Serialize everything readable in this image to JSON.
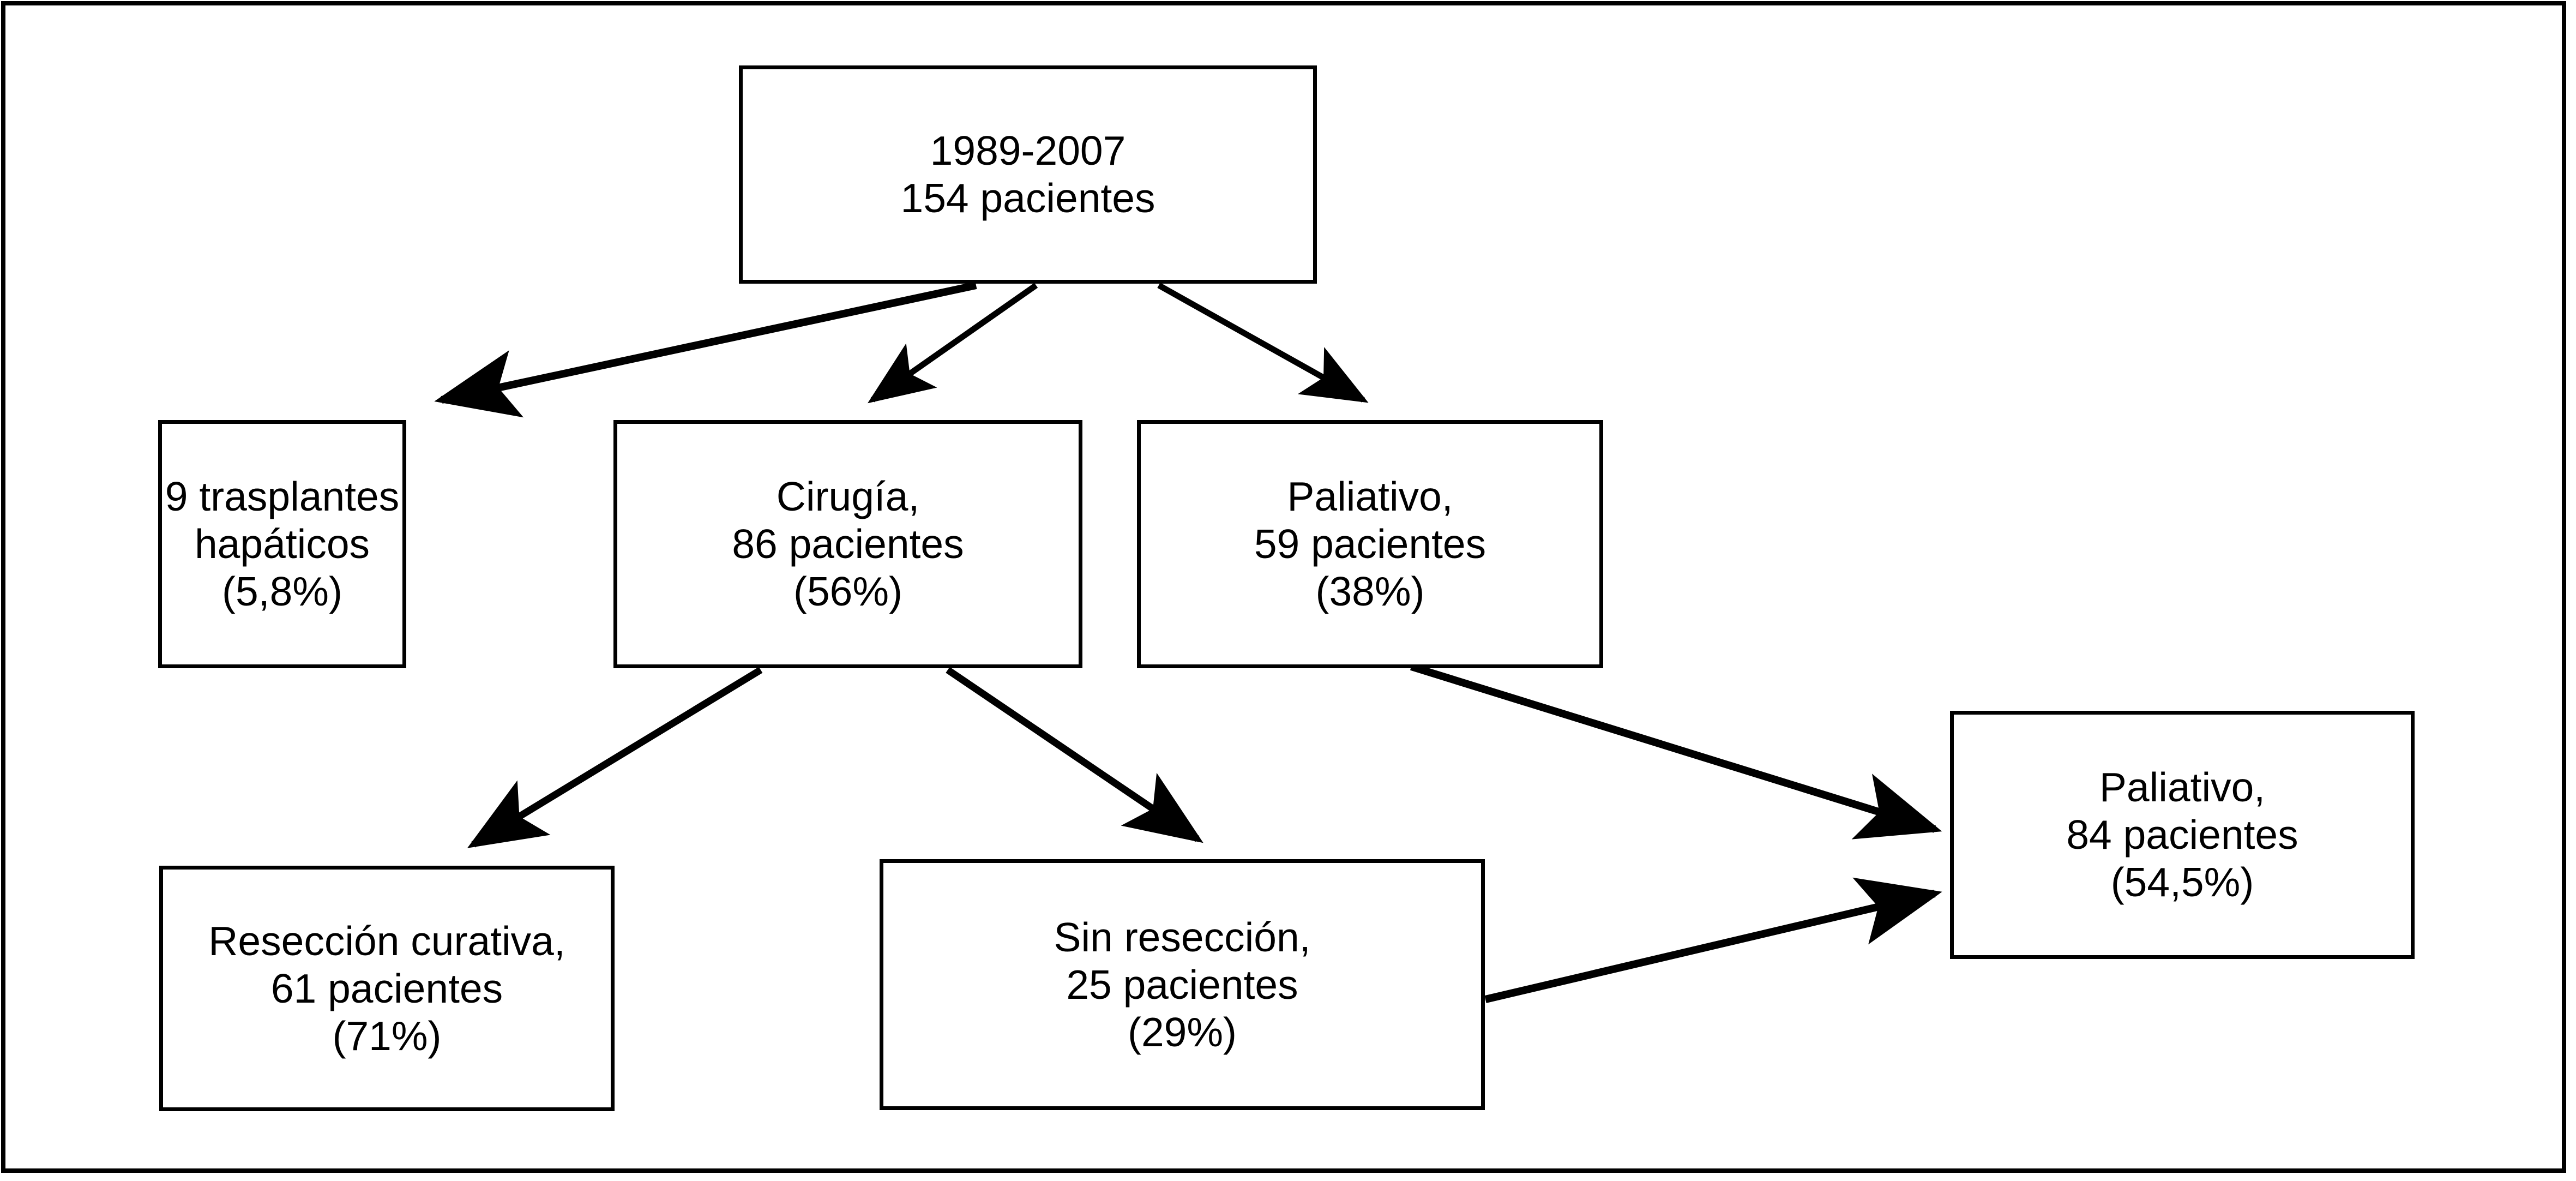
{
  "figure": {
    "type": "flowchart",
    "language": "es",
    "orientation": "top-down",
    "frame_color": "#000000",
    "background_color": "#ffffff",
    "text_color": "#000000"
  },
  "nodes": [
    {
      "id": "cohort",
      "name": "cohort-box",
      "lines": [
        "1989-2007",
        "154 pacientes"
      ],
      "count": 154,
      "percent": null,
      "period": "1989-2007"
    },
    {
      "id": "transplant",
      "name": "liver-transplant-box",
      "lines": [
        "9 trasplantes",
        "hapáticos",
        "(5,8%)"
      ],
      "count": 9,
      "percent": 5.8
    },
    {
      "id": "surgery",
      "name": "surgery-box",
      "lines": [
        "Cirugía,",
        "86 pacientes",
        "(56%)"
      ],
      "count": 86,
      "percent": 56
    },
    {
      "id": "palliative_primary",
      "name": "palliative-primary-box",
      "lines": [
        "Paliativo,",
        "59 pacientes",
        "(38%)"
      ],
      "count": 59,
      "percent": 38
    },
    {
      "id": "curative",
      "name": "curative-resection-box",
      "lines": [
        "Resección curativa,",
        "61 pacientes",
        "(71%)"
      ],
      "count": 61,
      "percent": 71
    },
    {
      "id": "no_resection",
      "name": "no-resection-box",
      "lines": [
        "Sin resección,",
        "25 pacientes",
        "(29%)"
      ],
      "count": 25,
      "percent": 29
    },
    {
      "id": "palliative_total",
      "name": "palliative-total-box",
      "lines": [
        "Paliativo,",
        "84 pacientes",
        "(54,5%)"
      ],
      "count": 84,
      "percent": 54.5
    }
  ],
  "edges": [
    {
      "from": "cohort",
      "to": "transplant"
    },
    {
      "from": "cohort",
      "to": "surgery"
    },
    {
      "from": "cohort",
      "to": "palliative_primary"
    },
    {
      "from": "surgery",
      "to": "curative"
    },
    {
      "from": "surgery",
      "to": "no_resection"
    },
    {
      "from": "palliative_primary",
      "to": "palliative_total"
    },
    {
      "from": "no_resection",
      "to": "palliative_total"
    }
  ]
}
